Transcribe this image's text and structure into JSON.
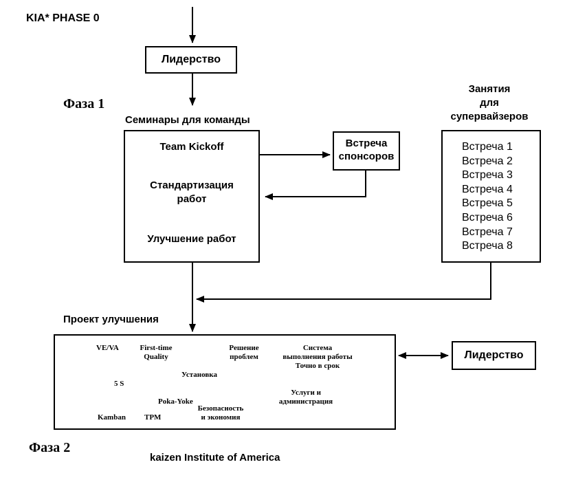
{
  "header": {
    "kia_phase": "KIA* PHASE 0"
  },
  "top": {
    "leadership": "Лидерство"
  },
  "phase1": {
    "label": "Фаза 1",
    "seminars_title": "Семинары для команды",
    "team_kickoff": "Team Kickoff",
    "standardization_line1": "Стандартизация",
    "standardization_line2": "работ",
    "improvement": "Улучшение работ",
    "sponsors_line1": "Встреча",
    "sponsors_line2": "спонсоров"
  },
  "supervisors": {
    "title_line1": "Занятия",
    "title_line2": "для",
    "title_line3": "супервайзеров",
    "meetings": [
      "Встреча 1",
      "Встреча 2",
      "Встреча 3",
      "Встреча 4",
      "Встреча 5",
      "Встреча 6",
      "Встреча 7",
      "Встреча 8"
    ]
  },
  "project": {
    "title": "Проект улучшения",
    "items": {
      "vova": "VE/VA",
      "first_time_1": "First-time",
      "first_time_2": "Quality",
      "solution_1": "Решение",
      "solution_2": "проблем",
      "system_1": "Система",
      "system_2": "выполнения работы",
      "system_3": "Точно в срок",
      "setup": "Установка",
      "five_s": "5 S",
      "services_1": "Услуги и",
      "services_2": "администрация",
      "poka_yoke": "Poka-Yoke",
      "safety_1": "Безопасность",
      "safety_2": "и экономия",
      "kamban": "Kamban",
      "tpm": "TPM"
    },
    "leadership": "Лидерство"
  },
  "phase2": {
    "label": "Фаза 2"
  },
  "footer": {
    "institute": "kaizen Institute of America"
  }
}
